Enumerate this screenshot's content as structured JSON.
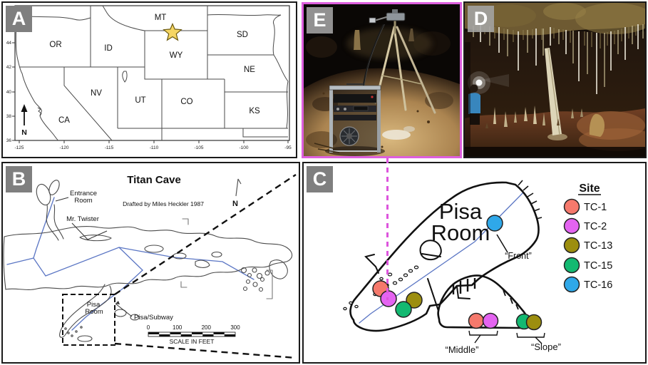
{
  "colors": {
    "panel_border": "#1a1a1a",
    "label_box": "#7f7f7f",
    "magenta_accent": "#dd5fdd",
    "survey_blue": "#5b76c4",
    "star": "#f6d663"
  },
  "panel_a": {
    "label": "A",
    "north_label": "N",
    "x_ticks": [
      "-125",
      "-120",
      "-115",
      "-110",
      "-105",
      "-100",
      "-95"
    ],
    "y_ticks": [
      "44",
      "42",
      "40",
      "38",
      "36"
    ],
    "states": [
      "OR",
      "ID",
      "MT",
      "WY",
      "SD",
      "NE",
      "NV",
      "UT",
      "CO",
      "KS",
      "CA"
    ]
  },
  "panel_b": {
    "label": "B",
    "title": "Titan Cave",
    "credit": "Drafted by Miles Heckler 1987",
    "north_label": "N",
    "entrance_line1": "Entrance",
    "entrance_line2": "Room",
    "mr_twister": "Mr. Twister",
    "pisa_line1": "Pisa",
    "pisa_line2": "Room",
    "pisa_subway": "Pisa/Subway",
    "scale_ticks": [
      "0",
      "100",
      "200",
      "300"
    ],
    "scale_caption": "SCALE IN FEET"
  },
  "panel_c": {
    "label": "C",
    "room_line1": "Pisa",
    "room_line2": "Room",
    "front_label": "“Front”",
    "middle_label": "“Middle”",
    "slope_label": "“Slope”",
    "legend_title": "Site",
    "sites": [
      {
        "id": "TC-1",
        "color": "#f5796c"
      },
      {
        "id": "TC-2",
        "color": "#e464f1"
      },
      {
        "id": "TC-13",
        "color": "#9c8e0f"
      },
      {
        "id": "TC-15",
        "color": "#13b971"
      },
      {
        "id": "TC-16",
        "color": "#2fa8e9"
      }
    ]
  },
  "panel_d": {
    "label": "D"
  },
  "panel_e": {
    "label": "E"
  }
}
